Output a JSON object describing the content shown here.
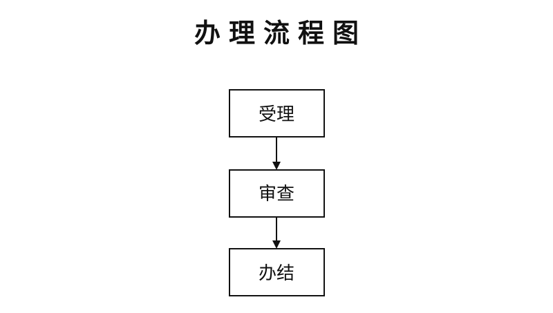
{
  "title": "办理流程图",
  "steps": [
    {
      "label": "受理"
    },
    {
      "label": "审查"
    },
    {
      "label": "办结"
    }
  ],
  "connectors": [
    {
      "from": "受理",
      "to": "审查"
    },
    {
      "from": "审查",
      "to": "办结"
    }
  ],
  "colors": {
    "stroke": "#111111",
    "background": "#ffffff"
  }
}
